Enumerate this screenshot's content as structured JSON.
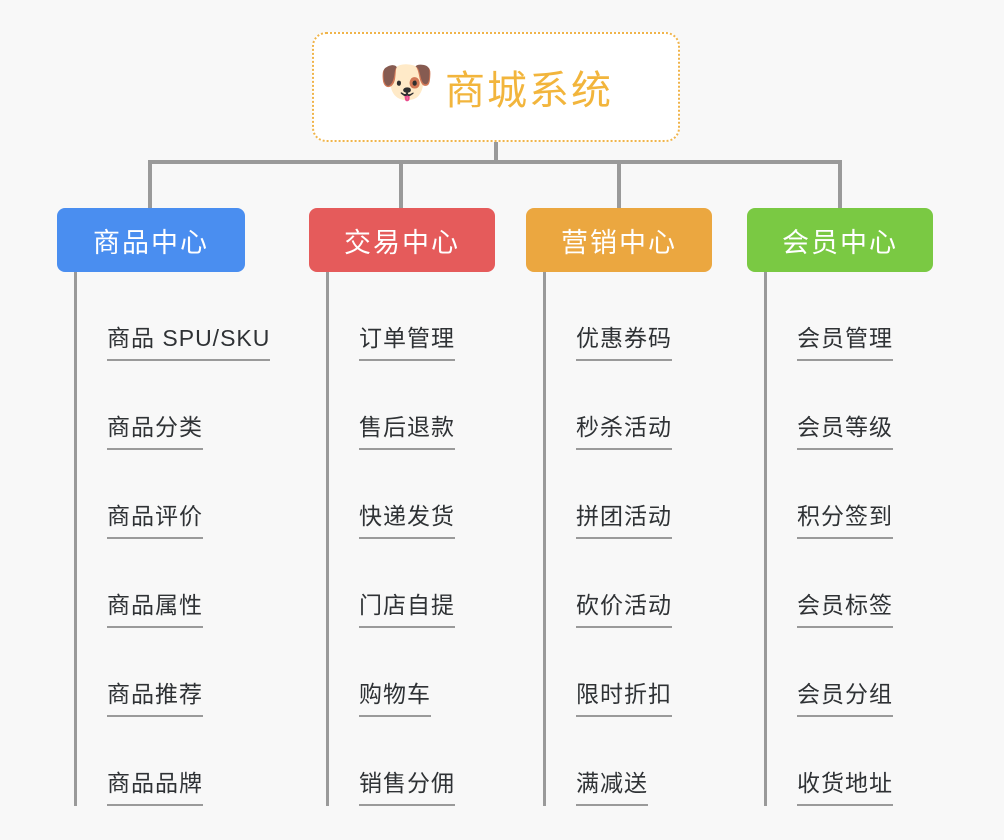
{
  "page": {
    "background_color": "#f8f8f8",
    "connector_color": "#9a9a9a",
    "leaf_text_color": "#2f3235"
  },
  "root": {
    "title": "商城系统",
    "icon": "shiba-dog-face-emoji",
    "icon_glyph": "🐶",
    "title_color": "#f2b53c",
    "border_color": "#f0b44a",
    "background_color": "#ffffff"
  },
  "categories": [
    {
      "label": "商品中心",
      "color": "#4a8ef0",
      "items": [
        "商品 SPU/SKU",
        "商品分类",
        "商品评价",
        "商品属性",
        "商品推荐",
        "商品品牌"
      ]
    },
    {
      "label": "交易中心",
      "color": "#e55b5b",
      "items": [
        "订单管理",
        "售后退款",
        "快递发货",
        "门店自提",
        "购物车",
        "销售分佣"
      ]
    },
    {
      "label": "营销中心",
      "color": "#eba740",
      "items": [
        "优惠券码",
        "秒杀活动",
        "拼团活动",
        "砍价活动",
        "限时折扣",
        "满减送"
      ]
    },
    {
      "label": "会员中心",
      "color": "#7ac943",
      "items": [
        "会员管理",
        "会员等级",
        "积分签到",
        "会员标签",
        "会员分组",
        "收货地址"
      ]
    }
  ]
}
